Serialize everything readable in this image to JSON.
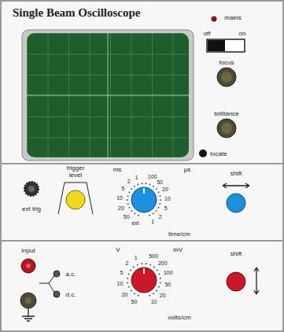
{
  "diagram": {
    "title": "Single Beam Oscilloscope",
    "labels": [
      "mains",
      "off",
      "on",
      "focus",
      "brilliance",
      "locate",
      "ext trig",
      "trigger level",
      "ms",
      "µs",
      "1",
      "2",
      "5",
      "10",
      "20",
      "50",
      "ext",
      "100",
      "50",
      "20",
      "10",
      "5",
      "2",
      "1",
      "time/cm",
      "shift",
      "input",
      "a.c.",
      "d.c.",
      "V",
      "mV",
      "1",
      "2",
      "5",
      "10",
      "20",
      "50",
      "500",
      "200",
      "100",
      "50",
      "20",
      "10",
      "volts/cm",
      "shift"
    ]
  }
}
